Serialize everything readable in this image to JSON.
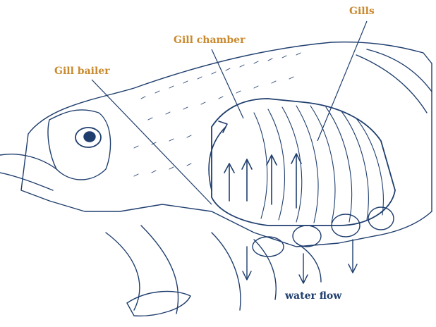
{
  "diagram": {
    "labels": {
      "gills": "Gills",
      "gill_chamber": "Gill chamber",
      "gill_bailer": "Gill bailer",
      "water_flow": "water flow"
    },
    "colors": {
      "callout_text": "#c98a2e",
      "note_text": "#1f3e6e",
      "line_art": "#1f3e6e",
      "background": "#ffffff"
    }
  }
}
